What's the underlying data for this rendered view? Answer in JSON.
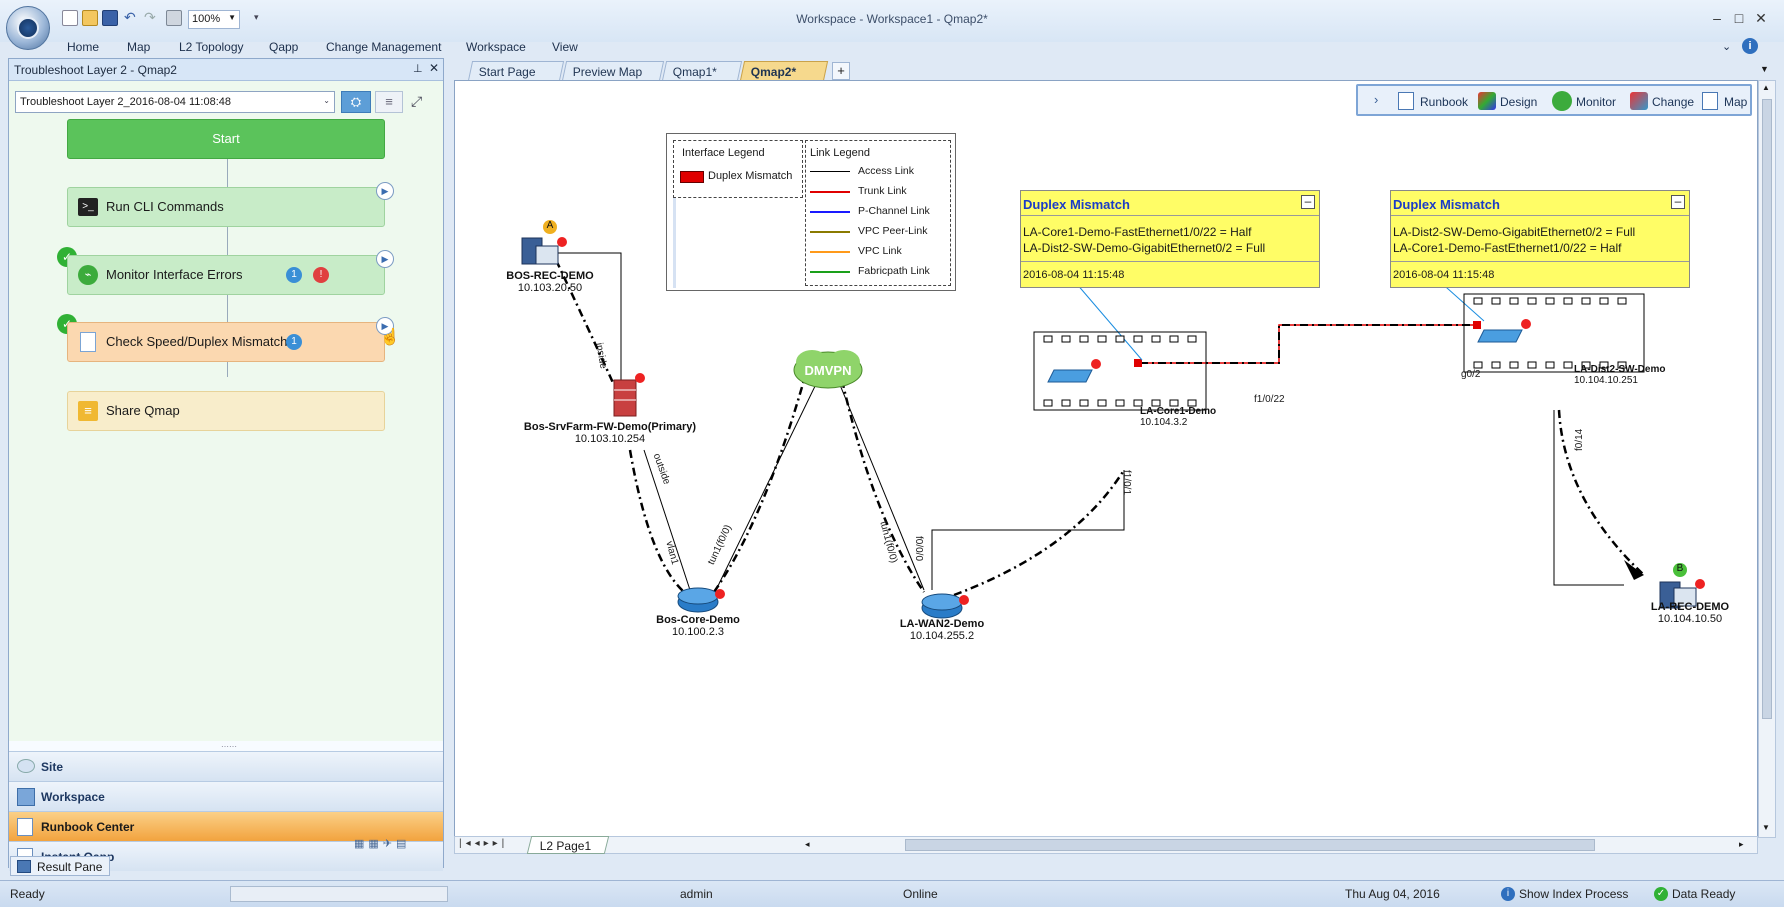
{
  "window": {
    "title": "Workspace - Workspace1 - Qmap2*",
    "zoom": "100%"
  },
  "menu": [
    "Home",
    "Map",
    "L2 Topology",
    "Qapp",
    "Change Management",
    "Workspace",
    "View"
  ],
  "left_panel": {
    "title": "Troubleshoot Layer 2 - Qmap2",
    "runbook_select": "Troubleshoot Layer 2_2016-08-04 11:08:48",
    "steps": {
      "start": "Start",
      "run_cli": "Run CLI Commands",
      "monitor": "Monitor Interface Errors",
      "monitor_badge_info": "1",
      "monitor_badge_err": "!",
      "check": "Check Speed/Duplex Mismatch",
      "check_badge": "1",
      "share": "Share Qmap"
    },
    "nav": {
      "site": "Site",
      "workspace": "Workspace",
      "runbook": "Runbook Center",
      "qapp": "Instant Qapp"
    }
  },
  "tabs": [
    "Start Page",
    "Preview Map",
    "Qmap1*",
    "Qmap2*"
  ],
  "map_toolbar": {
    "runbook": "Runbook",
    "design": "Design",
    "monitor": "Monitor",
    "change": "Change",
    "map": "Map"
  },
  "legend": {
    "interface_title": "Interface Legend",
    "interface_item": "Duplex Mismatch",
    "link_title": "Link Legend",
    "links": [
      {
        "label": "Access Link",
        "color": "#000000"
      },
      {
        "label": "Trunk Link",
        "color": "#e00000"
      },
      {
        "label": "P-Channel Link",
        "color": "#1a1aff"
      },
      {
        "label": "VPC Peer-Link",
        "color": "#8a7a00"
      },
      {
        "label": "VPC Link",
        "color": "#ff9a1a"
      },
      {
        "label": "Fabricpath Link",
        "color": "#1aa01a"
      }
    ]
  },
  "notes": [
    {
      "title": "Duplex Mismatch",
      "line1": "LA-Core1-Demo-FastEthernet1/0/22 = Half",
      "line2": "LA-Dist2-SW-Demo-GigabitEthernet0/2 = Full",
      "time": "2016-08-04 11:15:48"
    },
    {
      "title": "Duplex Mismatch",
      "line1": "LA-Dist2-SW-Demo-GigabitEthernet0/2 = Full",
      "line2": "LA-Core1-Demo-FastEthernet1/0/22 = Half",
      "time": "2016-08-04 11:15:48"
    }
  ],
  "devices": {
    "bos_rec": {
      "name": "BOS-REC-DEMO",
      "ip": "10.103.20.50",
      "marker": "A"
    },
    "bos_fw": {
      "name": "Bos-SrvFarm-FW-Demo(Primary)",
      "ip": "10.103.10.254"
    },
    "bos_core": {
      "name": "Bos-Core-Demo",
      "ip": "10.100.2.3"
    },
    "dmvpn": {
      "name": "DMVPN"
    },
    "la_wan": {
      "name": "LA-WAN2-Demo",
      "ip": "10.104.255.2"
    },
    "la_core": {
      "name": "LA-Core1-Demo",
      "ip": "10.104.3.2"
    },
    "la_dist": {
      "name": "LA-Dist2-SW-Demo",
      "ip": "10.104.10.251"
    },
    "la_rec": {
      "name": "LA-REC-DEMO",
      "ip": "10.104.10.50",
      "marker": "B"
    }
  },
  "link_labels": {
    "inside": "inside",
    "outside": "outside",
    "vlan1": "vlan1",
    "tun1_a": "tun1(f0/0)",
    "tun1_b": "tun1(f0/0)",
    "f00": "f0/0/0",
    "f101": "f1/0/1",
    "f1022": "f1/0/22",
    "g02": "g0/2",
    "f014": "f0/14"
  },
  "page_tab": "L2 Page1",
  "result_pane": "Result Pane",
  "status": {
    "ready": "Ready",
    "user": "admin",
    "online": "Online",
    "date": "Thu Aug 04, 2016",
    "index": "Show Index Process",
    "data": "Data Ready"
  }
}
